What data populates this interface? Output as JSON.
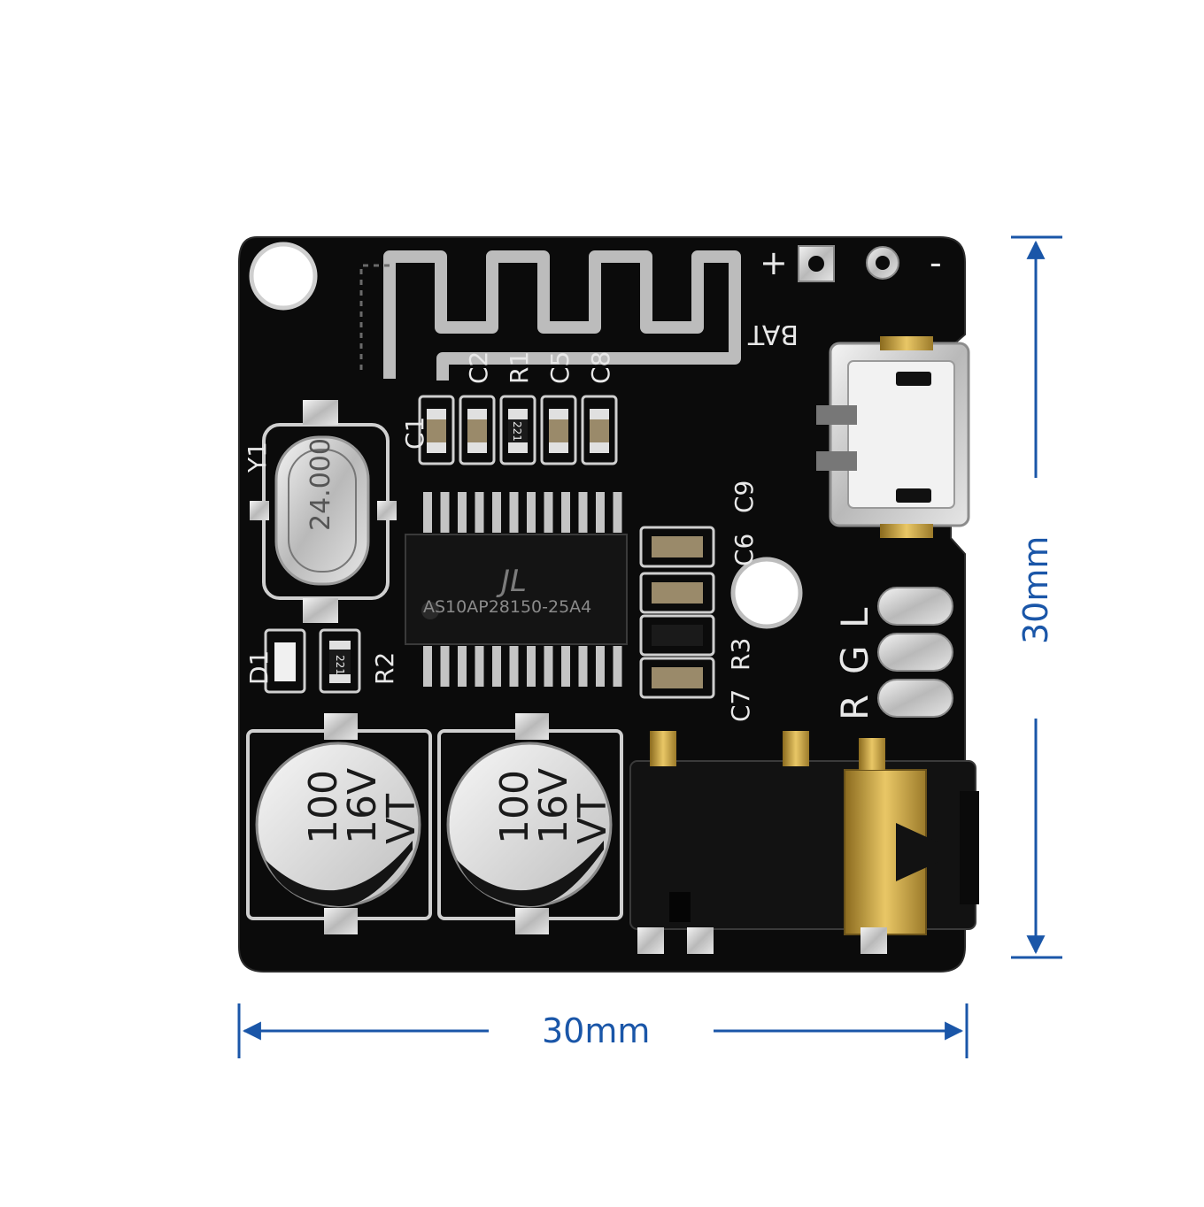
{
  "dimensions": {
    "width_label": "30mm",
    "height_label": "30mm",
    "color": "#1a56a8"
  },
  "board": {
    "color": "#0b0b0b",
    "silk_color": "#e8e8e8",
    "labels": {
      "c1": "C1",
      "c2": "C2",
      "r1": "R1",
      "c5": "C5",
      "c8": "C8",
      "y1": "Y1",
      "d1": "D1",
      "r2": "R2",
      "c6": "C6",
      "c9": "C9",
      "c7": "C7",
      "r3": "R3",
      "bat": "BAT",
      "plus": "+",
      "minus": "-",
      "r": "R",
      "g": "G",
      "l": "L"
    },
    "crystal_marking": "24.000",
    "resistor_marking": "221",
    "chip_marking": "AS10AP28150-25A4",
    "capacitor_left": {
      "line1": "100",
      "line2": "16V",
      "line3": "VT"
    },
    "capacitor_right": {
      "line1": "100",
      "line2": "16V",
      "line3": "VT"
    }
  }
}
